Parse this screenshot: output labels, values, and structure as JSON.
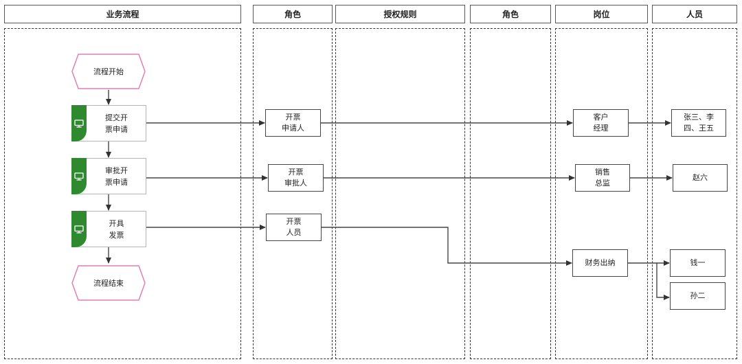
{
  "lanes": {
    "business_process": "业务流程",
    "role_1": "角色",
    "authorization_rule": "授权规则",
    "role_2": "角色",
    "position": "岗位",
    "person": "人员"
  },
  "process": {
    "start": "流程开始",
    "step_1_line_1": "提交开",
    "step_1_line_2": "票申请",
    "step_2_line_1": "审批开",
    "step_2_line_2": "票申请",
    "step_3_line_1": "开具",
    "step_3_line_2": "发票",
    "end": "流程结束"
  },
  "roles": {
    "role_1_line_1": "开票",
    "role_1_line_2": "申请人",
    "role_2_line_1": "开票",
    "role_2_line_2": "审批人",
    "role_3_line_1": "开票",
    "role_3_line_2": "人员"
  },
  "positions": {
    "pos_1_line_1": "客户",
    "pos_1_line_2": "经理",
    "pos_2_line_1": "销售",
    "pos_2_line_2": "总监",
    "pos_3": "财务出纳"
  },
  "people": {
    "p1_line_1": "张三、李",
    "p1_line_2": "四、王五",
    "p2": "赵六",
    "p3": "钱一",
    "p4": "孙二"
  },
  "colors": {
    "task_tab": "#2f8a2f",
    "terminator_border": "#e27fb3",
    "connector": "#444444"
  },
  "icons": {
    "task": "monitor-icon"
  }
}
